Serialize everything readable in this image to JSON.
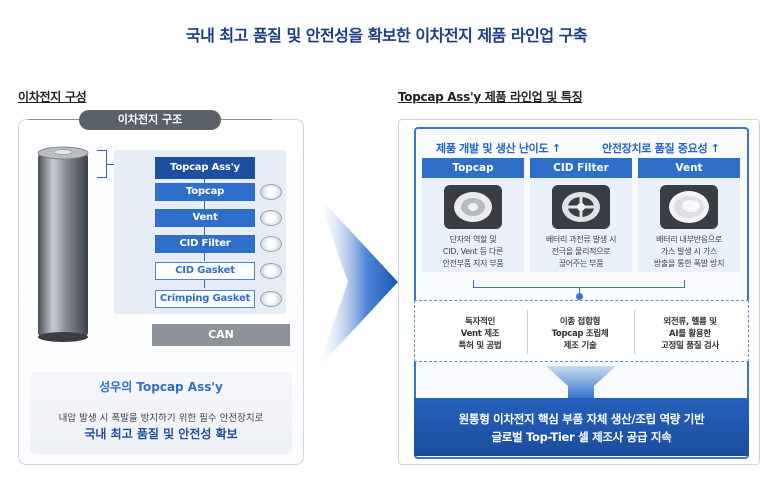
{
  "title": "국내 최고 품질 및 안전성을 확보한 이차전지 제품 라인업 구축",
  "left": {
    "section_title": "이차전지 구성",
    "structure_label": "이차전지 구조",
    "components": [
      {
        "label": "Topcap Ass'y",
        "style": "head"
      },
      {
        "label": "Topcap",
        "style": "solid"
      },
      {
        "label": "Vent",
        "style": "solid"
      },
      {
        "label": "CID Filter",
        "style": "solid"
      },
      {
        "label": "CID Gasket",
        "style": "outline"
      },
      {
        "label": "Crimping Gasket",
        "style": "outline"
      }
    ],
    "can_label": "CAN",
    "footer_title": "성우의 Topcap Ass'y",
    "footer_line1": "내압 발생 시 폭발을 방지하기 위한 필수 안전장치로",
    "footer_line2": "국내 최고 품질 및 안전성 확보"
  },
  "right": {
    "section_title": "Topcap Ass'y 제품 라인업 및 특징",
    "header_left": "제품 개발 및 생산 난이도 ↑",
    "header_right": "안전장치로 품질 중요성 ↑",
    "products": [
      {
        "name": "Topcap",
        "desc1": "단자의 역할 및",
        "desc2": "CID, Vent 등 다른",
        "desc3": "안전부품 지지 부품"
      },
      {
        "name": "CID Filter",
        "desc1": "배터리 과전류 발생 시",
        "desc2": "전극을 물리적으로",
        "desc3": "끊어주는 부품"
      },
      {
        "name": "Vent",
        "desc1": "배터리 내부반응으로",
        "desc2": "가스 발생 시 가스",
        "desc3": "방출을 통한 폭발 방지"
      }
    ],
    "features": [
      {
        "line1": "독자적인",
        "line2": "Vent 제조",
        "line3": "특허 및 공법"
      },
      {
        "line1": "이종 접합형",
        "line2": "Topcap 조립체",
        "line3": "제조 기술"
      },
      {
        "line1": "외전류, 헬륨 및",
        "line2": "AI를 활용한",
        "line3": "고정밀 품질 검사"
      }
    ],
    "bottom_line1": "원통형 이차전지 핵심 부품 자체 생산/조립 역량 기반",
    "bottom_line2": "글로벌 Top-Tier 셀 제조사 공급 지속"
  },
  "colors": {
    "primary": "#2e6fc9",
    "dark": "#1c4f9e",
    "title": "#1a3f84",
    "gray": "#8d939a"
  }
}
